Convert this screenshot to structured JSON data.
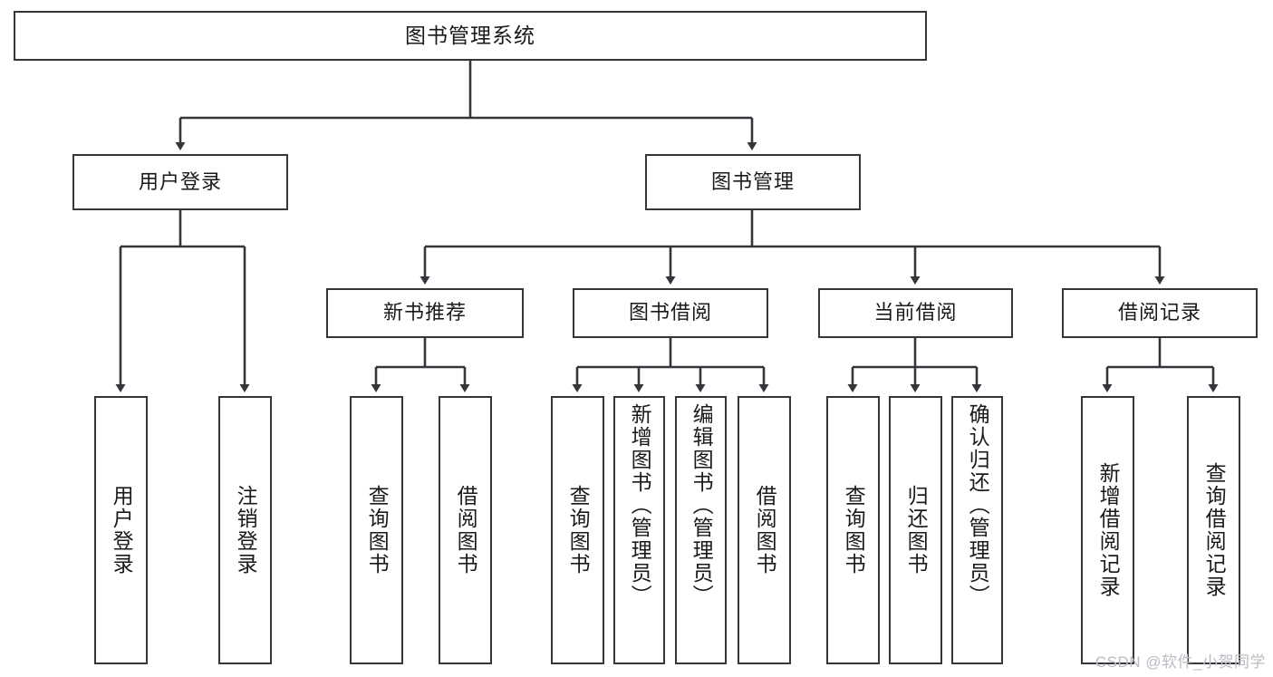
{
  "diagram": {
    "type": "tree-hierarchy",
    "title": "图书管理系统",
    "root": {
      "id": "root",
      "label": "图书管理系统"
    },
    "level1": [
      {
        "id": "user-login",
        "label": "用户登录"
      },
      {
        "id": "book-manage",
        "label": "图书管理"
      }
    ],
    "level2": [
      {
        "id": "new-book-recommend",
        "label": "新书推荐",
        "parent": "book-manage"
      },
      {
        "id": "book-borrow",
        "label": "图书借阅",
        "parent": "book-manage"
      },
      {
        "id": "current-borrow",
        "label": "当前借阅",
        "parent": "book-manage"
      },
      {
        "id": "borrow-record",
        "label": "借阅记录",
        "parent": "book-manage"
      }
    ],
    "leaves": [
      {
        "id": "leaf-user-login",
        "label": "用户登录",
        "parent": "user-login"
      },
      {
        "id": "leaf-logout",
        "label": "注销登录",
        "parent": "user-login"
      },
      {
        "id": "leaf-query-book-1",
        "label": "查询图书",
        "parent": "new-book-recommend"
      },
      {
        "id": "leaf-borrow-book-1",
        "label": "借阅图书",
        "parent": "new-book-recommend"
      },
      {
        "id": "leaf-query-book-2",
        "label": "查询图书",
        "parent": "book-borrow"
      },
      {
        "id": "leaf-add-book",
        "label": "新增图书（管理员）",
        "parent": "book-borrow"
      },
      {
        "id": "leaf-edit-book",
        "label": "编辑图书（管理员）",
        "parent": "book-borrow"
      },
      {
        "id": "leaf-borrow-book-2",
        "label": "借阅图书",
        "parent": "book-borrow"
      },
      {
        "id": "leaf-query-book-3",
        "label": "查询图书",
        "parent": "current-borrow"
      },
      {
        "id": "leaf-return-book",
        "label": "归还图书",
        "parent": "current-borrow"
      },
      {
        "id": "leaf-confirm-return",
        "label": "确认归还（管理员）",
        "parent": "current-borrow"
      },
      {
        "id": "leaf-add-record",
        "label": "新增借阅记录",
        "parent": "borrow-record"
      },
      {
        "id": "leaf-query-record",
        "label": "查询借阅记录",
        "parent": "borrow-record"
      }
    ],
    "colors": {
      "border": "#33363b",
      "background": "#ffffff",
      "text": "#1a1a1a",
      "watermark": "#b9bcc2"
    }
  },
  "watermark": {
    "text": "CSDN @软件_小贺同学"
  }
}
